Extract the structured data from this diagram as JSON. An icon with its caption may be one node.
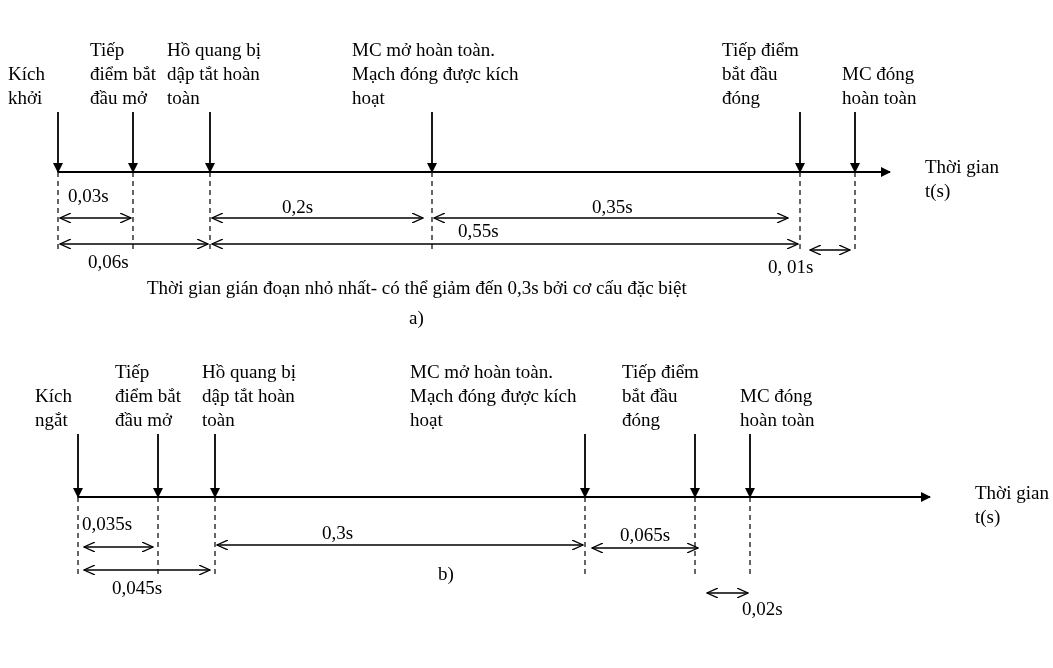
{
  "diagram": {
    "nodes": [
      {
        "text": [
          "Kích khởi"
        ]
      },
      {
        "text": [
          "Tiếp điểm bắt đầu mở"
        ]
      },
      {
        "text": [
          "Hồ quang bị dập tắt hoàn toàn"
        ]
      },
      {
        "text": [
          "MC mở hoàn toàn. Mạch đóng được kích hoạt"
        ]
      },
      {
        "text": [
          "Tiếp điểm bắt đầu đóng"
        ]
      },
      {
        "text": [
          "MC đóng hoàn toàn"
        ]
      },
      {
        "text": [
          "Kích ngắt"
        ]
      },
      {
        "text": [
          "Tiếp điểm bắt đầu mở"
        ]
      },
      {
        "text": [
          "Hồ quang bị dập tắt hoàn toàn"
        ]
      },
      {
        "text": [
          "MC mở hoàn toàn. Mạch đóng được kích hoạt"
        ]
      },
      {
        "text": [
          "Tiếp điểm bắt đầu đóng"
        ]
      },
      {
        "text": [
          "MC đóng hoàn toàn"
        ]
      }
    ],
    "edges": [
      {
        "from": 0,
        "to": null,
        "arrow": "to"
      },
      {
        "from": 1,
        "to": null,
        "arrow": "to"
      },
      {
        "from": 2,
        "to": null,
        "arrow": "to"
      },
      {
        "from": 3,
        "to": null,
        "arrow": "to"
      },
      {
        "from": 4,
        "to": null,
        "arrow": "to"
      },
      {
        "from": 5,
        "to": null,
        "arrow": "to"
      },
      {
        "from": 6,
        "to": null,
        "arrow": "to"
      },
      {
        "from": 7,
        "to": null,
        "arrow": "to"
      },
      {
        "from": 8,
        "to": null,
        "arrow": "to"
      },
      {
        "from": 9,
        "to": null,
        "arrow": "to"
      },
      {
        "from": 10,
        "to": null,
        "arrow": "to"
      },
      {
        "from": 11,
        "to": null,
        "arrow": "to"
      }
    ],
    "labels": [
      "Thời gian t(s)",
      "0,03s",
      "0,2s",
      "0,35s",
      "0,55s",
      "0,06s",
      "0, 01s",
      "Thời gian gián đoạn nhỏ nhất- có thể giảm đến 0,3s bởi cơ cấu đặc biệt",
      "a)",
      "Thời gian t(s)",
      "0,035s",
      "0,3s",
      "0,065s",
      "0,045s",
      "b)",
      "0,02s"
    ]
  }
}
